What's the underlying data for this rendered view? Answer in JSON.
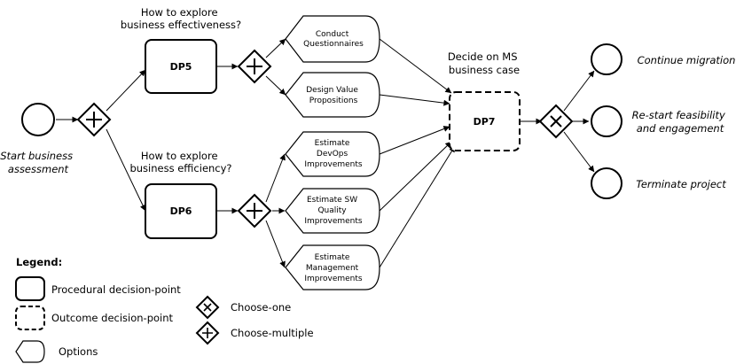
{
  "start_event": {
    "label_lines": [
      "Start business",
      "assessment"
    ]
  },
  "questions": {
    "dp5": [
      "How to explore",
      "business effectiveness?"
    ],
    "dp6": [
      "How to explore",
      "business efficiency?"
    ],
    "dp7": [
      "Decide on MS",
      "business case"
    ]
  },
  "decision_points": {
    "dp5": "DP5",
    "dp6": "DP6",
    "dp7": "DP7"
  },
  "options": {
    "questionnaires": [
      "Conduct",
      "Questionnaires"
    ],
    "value_propositions": [
      "Design Value",
      "Propositions"
    ],
    "devops": [
      "Estimate",
      "DevOps",
      "Improvements"
    ],
    "sw_quality": [
      "Estimate SW",
      "Quality",
      "Improvements"
    ],
    "management": [
      "Estimate",
      "Management",
      "Improvements"
    ]
  },
  "end_events": {
    "continue": [
      "Continue migration"
    ],
    "restart": [
      "Re-start feasibility",
      "and engagement"
    ],
    "terminate": [
      "Terminate project"
    ]
  },
  "legend": {
    "title": "Legend:",
    "procedural": "Procedural decision-point",
    "outcome": "Outcome decision-point",
    "options": "Options",
    "choose_one": "Choose-one",
    "choose_multiple": "Choose-multiple"
  }
}
